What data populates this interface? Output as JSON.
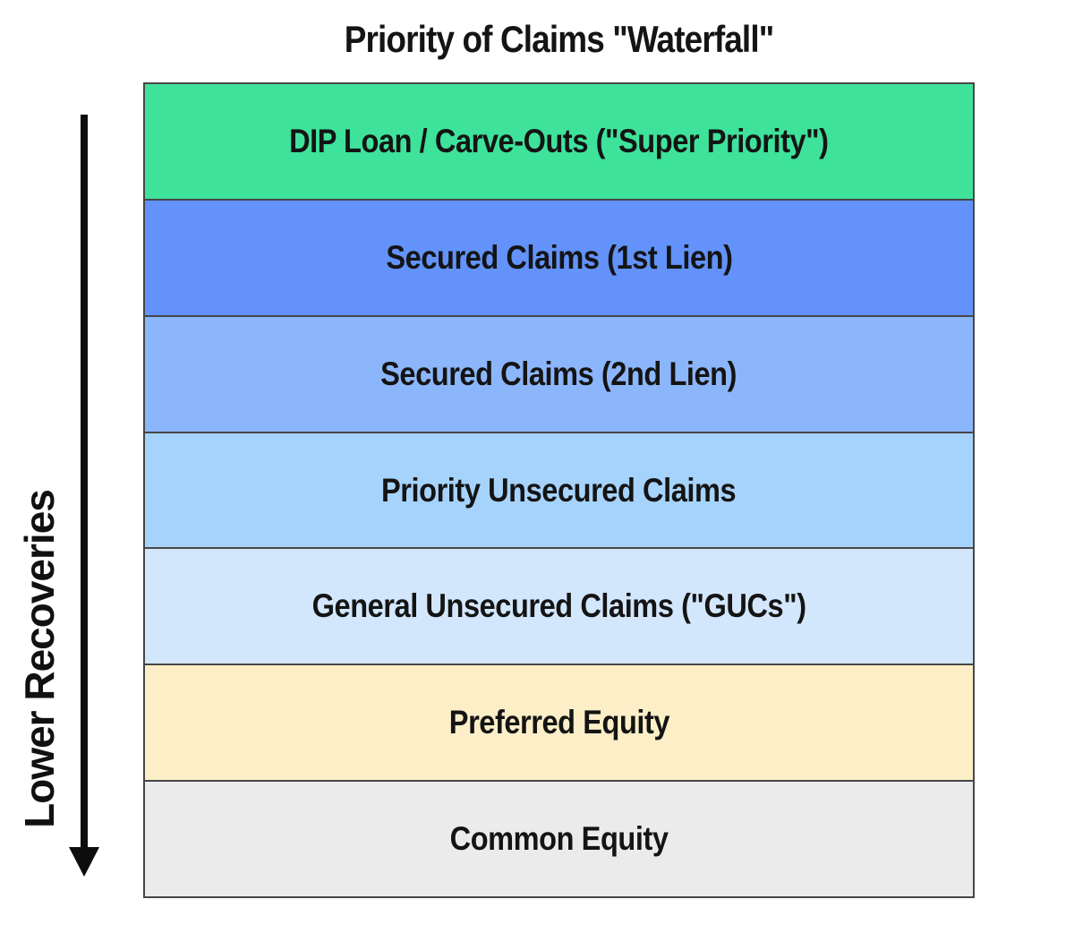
{
  "title": "Priority of Claims \"Waterfall\"",
  "axis": {
    "label": "Lower Recoveries",
    "direction": "down"
  },
  "layers": [
    {
      "label": "DIP Loan / Carve-Outs (\"Super Priority\")",
      "color": "#3ee29b"
    },
    {
      "label": "Secured Claims (1st Lien)",
      "color": "#6292fa"
    },
    {
      "label": "Secured Claims (2nd Lien)",
      "color": "#8cb6fb"
    },
    {
      "label": "Priority Unsecured Claims",
      "color": "#a6d3fb"
    },
    {
      "label": "General Unsecured Claims (\"GUCs\")",
      "color": "#d3e7fc"
    },
    {
      "label": "Preferred Equity",
      "color": "#fcefc8"
    },
    {
      "label": "Common Equity",
      "color": "#ebebeb"
    }
  ],
  "colors": {
    "background": "#ffffff",
    "border": "#474747",
    "text": "#141414",
    "arrow": "#0d0d0d"
  }
}
